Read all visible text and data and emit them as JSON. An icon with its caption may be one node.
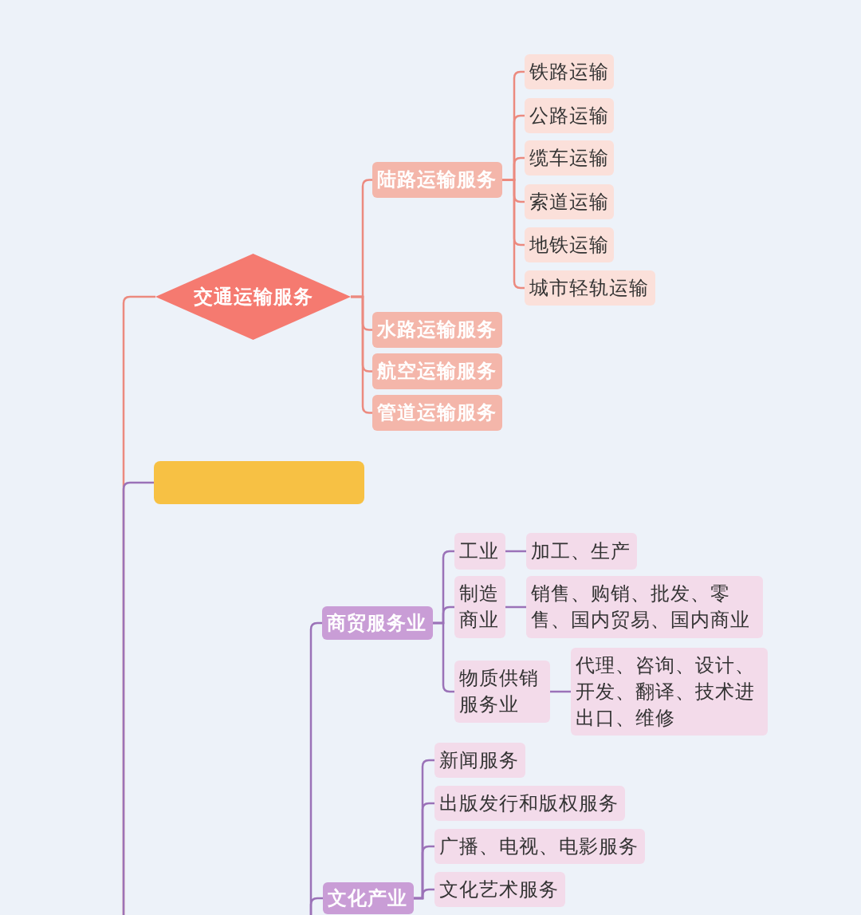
{
  "diagram": {
    "nodes": [
      {
        "text": [
          "交通运输服务"
        ]
      },
      {
        "text": [
          "陆路运输服务"
        ]
      },
      {
        "text": [
          "铁路运输"
        ]
      },
      {
        "text": [
          "公路运输"
        ]
      },
      {
        "text": [
          "缆车运输"
        ]
      },
      {
        "text": [
          "索道运输"
        ]
      },
      {
        "text": [
          "地铁运输"
        ]
      },
      {
        "text": [
          "城市轻轨运输"
        ]
      },
      {
        "text": [
          "水路运输服务"
        ]
      },
      {
        "text": [
          "航空运输服务"
        ]
      },
      {
        "text": [
          "管道运输服务"
        ]
      },
      {
        "text": [],
        "shape": "box"
      },
      {
        "text": [
          "商贸服务业"
        ]
      },
      {
        "text": [
          "工业"
        ]
      },
      {
        "text": [
          "加工、生产"
        ]
      },
      {
        "text": [
          "制造商业"
        ]
      },
      {
        "text": [
          "销售、购销、批发、零售、国内贸易、国内商业"
        ]
      },
      {
        "text": [
          "物质供销服务业"
        ]
      },
      {
        "text": [
          "代理、咨询、设计、开发、翻译、技术进出口、维修"
        ]
      },
      {
        "text": [
          "文化产业"
        ]
      },
      {
        "text": [
          "新闻服务"
        ]
      },
      {
        "text": [
          "出版发行和版权服务"
        ]
      },
      {
        "text": [
          "广播、电视、电影服务"
        ]
      },
      {
        "text": [
          "文化艺术服务"
        ]
      }
    ],
    "edges": [
      {
        "from": null,
        "to": 0,
        "arrow": "none",
        "color": "#ec8a7f"
      },
      {
        "from": 0,
        "to": 1,
        "arrow": "none",
        "color": "#ec8a7f"
      },
      {
        "from": 1,
        "to": 2,
        "arrow": "none",
        "color": "#ec8a7f"
      },
      {
        "from": 1,
        "to": 3,
        "arrow": "none",
        "color": "#ec8a7f"
      },
      {
        "from": 1,
        "to": 4,
        "arrow": "none",
        "color": "#ec8a7f"
      },
      {
        "from": 1,
        "to": 5,
        "arrow": "none",
        "color": "#ec8a7f"
      },
      {
        "from": 1,
        "to": 6,
        "arrow": "none",
        "color": "#ec8a7f"
      },
      {
        "from": 1,
        "to": 7,
        "arrow": "none",
        "color": "#ec8a7f"
      },
      {
        "from": 0,
        "to": 8,
        "arrow": "none",
        "color": "#ec8a7f"
      },
      {
        "from": 0,
        "to": 9,
        "arrow": "none",
        "color": "#ec8a7f"
      },
      {
        "from": 0,
        "to": 10,
        "arrow": "none",
        "color": "#ec8a7f"
      },
      {
        "from": null,
        "to": 11,
        "arrow": "none"
      },
      {
        "from": null,
        "to": 12,
        "arrow": "none"
      },
      {
        "from": 12,
        "to": 13,
        "arrow": "none"
      },
      {
        "from": 13,
        "to": 14,
        "arrow": "none"
      },
      {
        "from": 12,
        "to": 15,
        "arrow": "none"
      },
      {
        "from": 15,
        "to": 16,
        "arrow": "none"
      },
      {
        "from": 12,
        "to": 17,
        "arrow": "none"
      },
      {
        "from": 17,
        "to": 18,
        "arrow": "none"
      },
      {
        "from": null,
        "to": 19,
        "arrow": "none"
      },
      {
        "from": 19,
        "to": 20,
        "arrow": "none"
      },
      {
        "from": 19,
        "to": 21,
        "arrow": "none"
      },
      {
        "from": 19,
        "to": 22,
        "arrow": "none"
      },
      {
        "from": 19,
        "to": 23,
        "arrow": "none"
      }
    ]
  }
}
